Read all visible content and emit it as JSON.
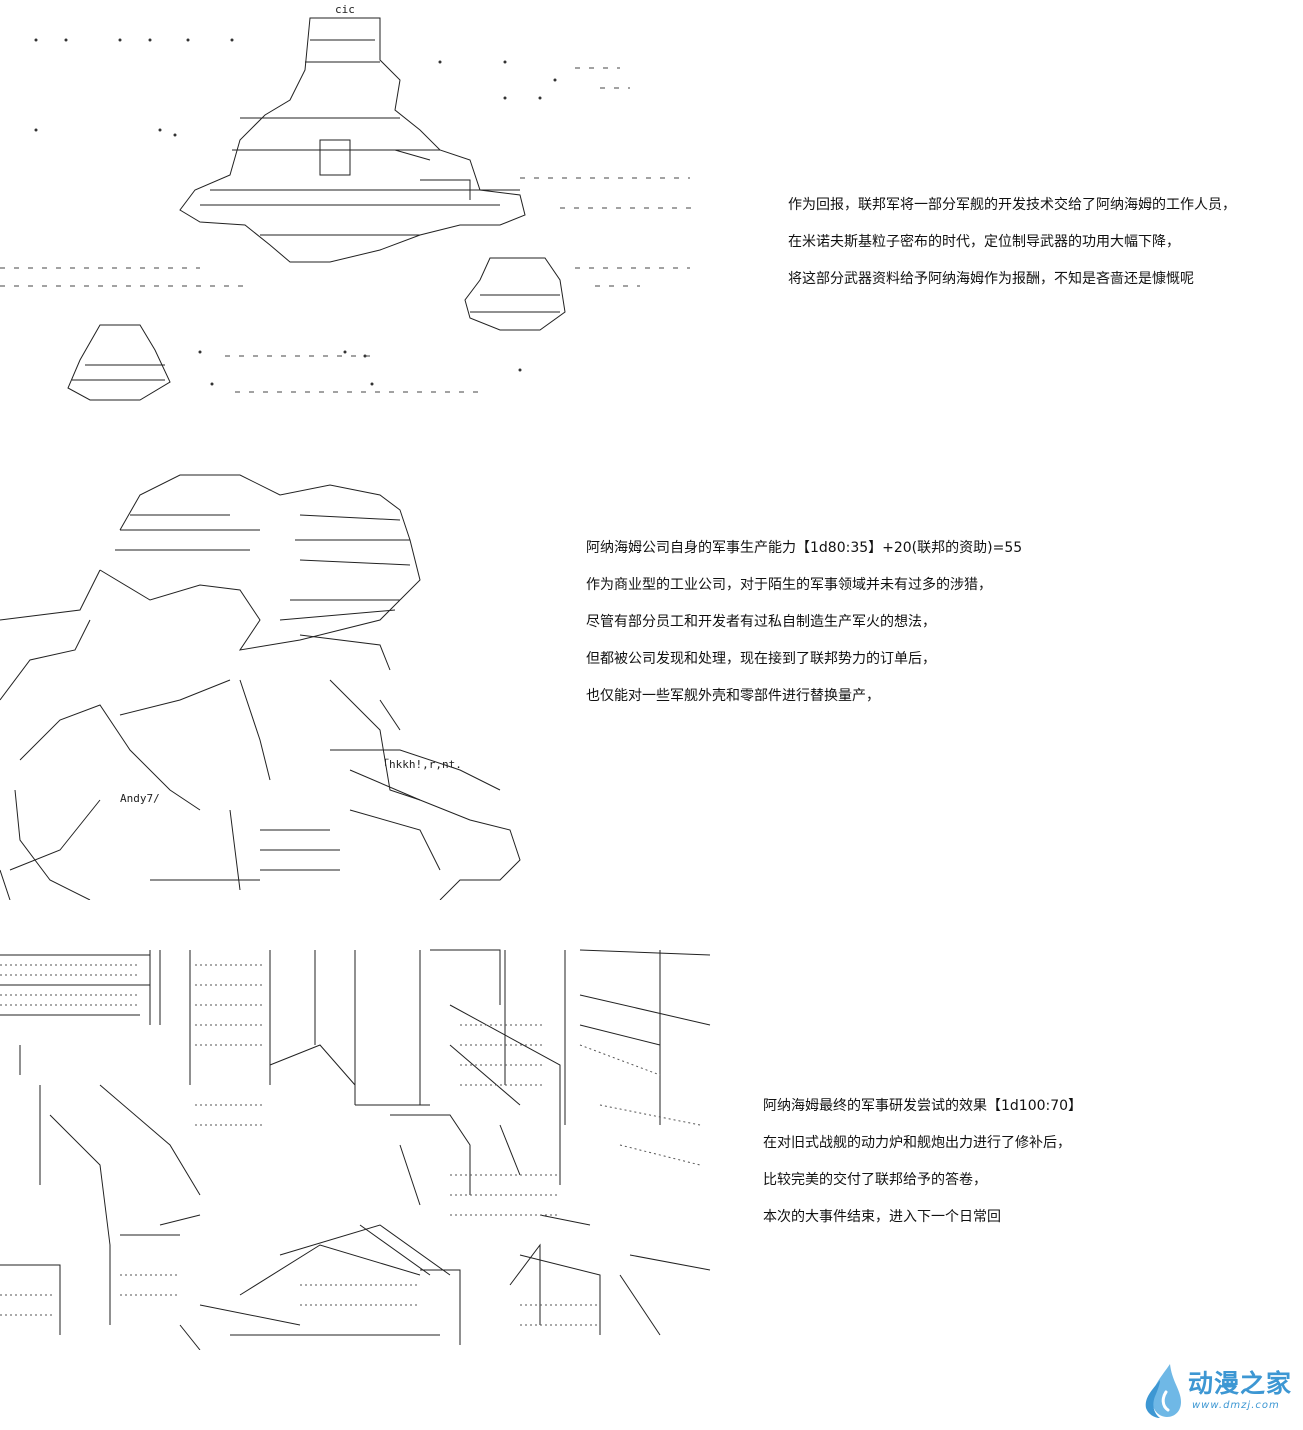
{
  "panels": [
    {
      "lines": [
        "作为回报，联邦军将一部分军舰的开发技术交给了阿纳海姆的工作人员，",
        "在米诺夫斯基粒子密布的时代，定位制导武器的功用大幅下降，",
        "将这部分武器资料给予阿纳海姆作为报酬，不知是吝啬还是慷慨呢"
      ]
    },
    {
      "lines": [
        "阿纳海姆公司自身的军事生产能力【1d80:35】+20(联邦的资助)=55",
        "作为商业型的工业公司，对于陌生的军事领域并未有过多的涉猎，",
        "尽管有部分员工和开发者有过私自制造生产军火的想法，",
        "但都被公司发现和处理，现在接到了联邦势力的订单后，",
        "也仅能对一些军舰外壳和零部件进行替换量产，"
      ]
    },
    {
      "lines": [
        "阿纳海姆最终的军事研发尝试的效果【1d100:70】",
        "在对旧式战舰的动力炉和舰炮出力进行了修补后，",
        "比较完美的交付了联邦给予的答卷，",
        "本次的大事件结束，进入下一个日常回"
      ]
    }
  ],
  "art_labels": {
    "bridge": "cic",
    "cup": "「hkkh!,r,nt.",
    "nameplate": "Andy7/"
  },
  "watermark": {
    "name": "动漫之家",
    "url": "www.dmzj.com",
    "icon": "water-drop-icon",
    "color": "#3d97d3"
  }
}
